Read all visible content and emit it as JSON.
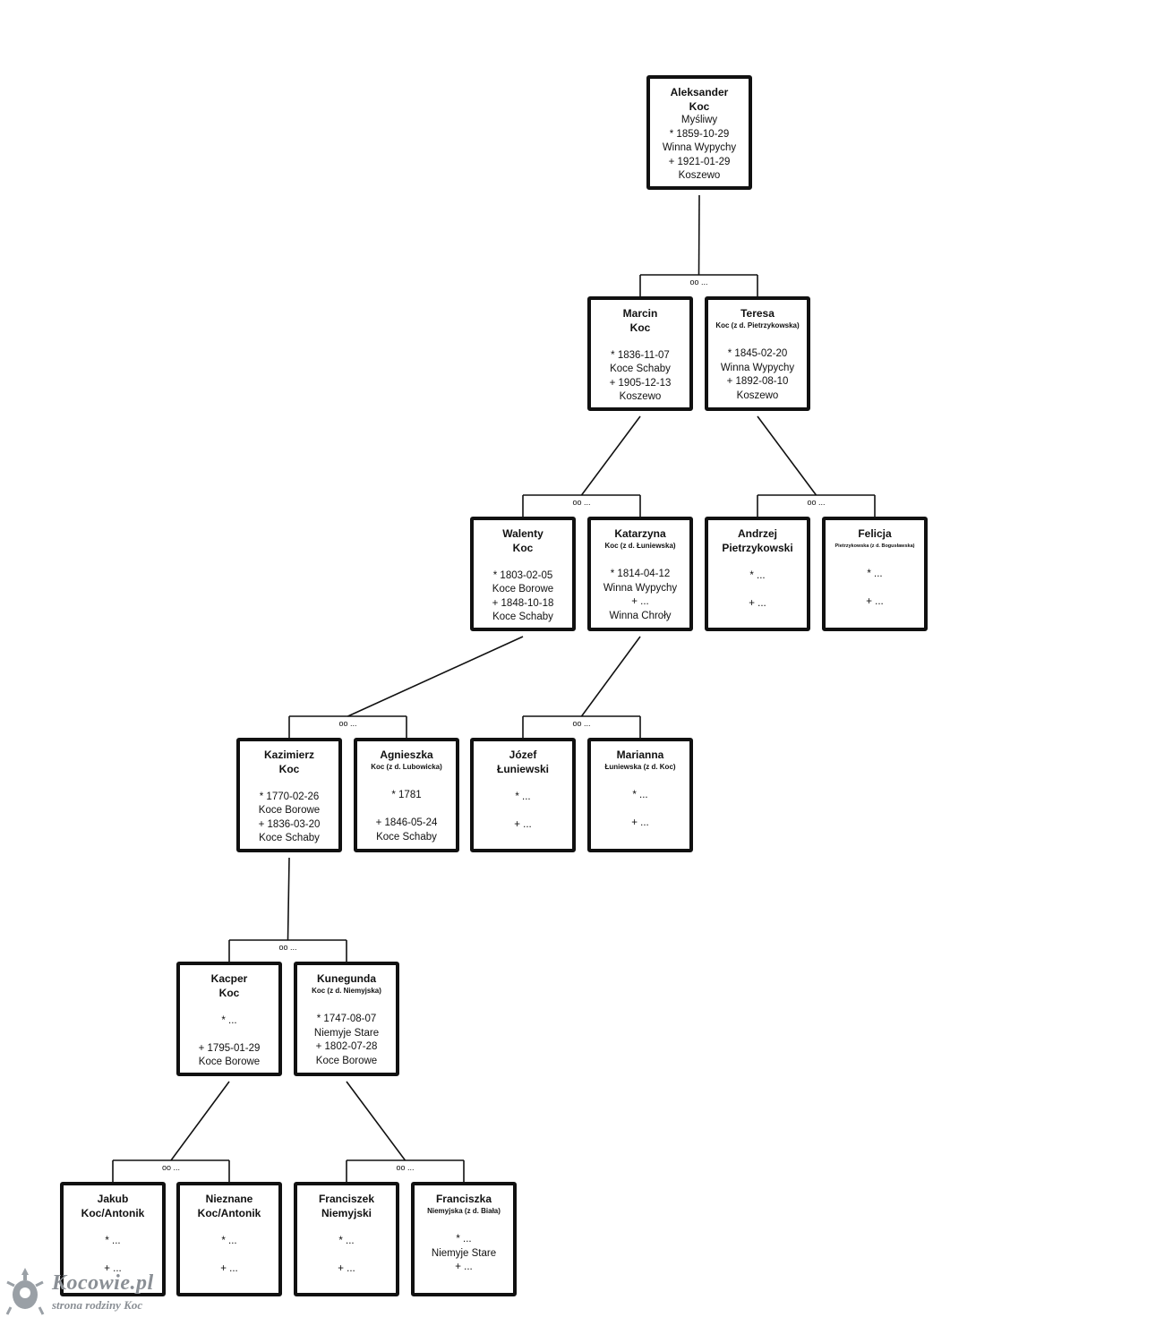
{
  "people": {
    "aleksander": {
      "name1": "Aleksander",
      "name2": "Koc",
      "occupation": "Myśliwy",
      "birth": "* 1859-10-29",
      "birth_place": "Winna Wypychy",
      "death": "+ 1921-01-29",
      "death_place": "Koszewo"
    },
    "marcin": {
      "name1": "Marcin",
      "name2": "Koc",
      "birth": "* 1836-11-07",
      "birth_place": "Koce Schaby",
      "death": "+ 1905-12-13",
      "death_place": "Koszewo"
    },
    "teresa": {
      "name1": "Teresa",
      "sub": "Koc (z d. Pietrzykowska)",
      "birth": "* 1845-02-20",
      "birth_place": "Winna Wypychy",
      "death": "+ 1892-08-10",
      "death_place": "Koszewo"
    },
    "walenty": {
      "name1": "Walenty",
      "name2": "Koc",
      "birth": "* 1803-02-05",
      "birth_place": "Koce Borowe",
      "death": "+ 1848-10-18",
      "death_place": "Koce Schaby"
    },
    "katarzyna": {
      "name1": "Katarzyna",
      "sub": "Koc (z d. Łuniewska)",
      "birth": "* 1814-04-12",
      "birth_place": "Winna Wypychy",
      "death": "+ ...",
      "death_place": "Winna Chroły"
    },
    "andrzej": {
      "name1": "Andrzej",
      "name2": "Pietrzykowski",
      "birth": "* ...",
      "death": "+ ..."
    },
    "felicja": {
      "name1": "Felicja",
      "sub": "Pietrzykowska (z d. Bogusławska)",
      "birth": "* ...",
      "death": "+ ..."
    },
    "kazimierz": {
      "name1": "Kazimierz",
      "name2": "Koc",
      "birth": "* 1770-02-26",
      "birth_place": "Koce Borowe",
      "death": "+ 1836-03-20",
      "death_place": "Koce Schaby"
    },
    "agnieszka": {
      "name1": "Agnieszka",
      "sub": "Koc (z d. Lubowicka)",
      "birth": "* 1781",
      "death": "+ 1846-05-24",
      "death_place": "Koce Schaby"
    },
    "jozef": {
      "name1": "Józef",
      "name2": "Łuniewski",
      "birth": "* ...",
      "death": "+ ..."
    },
    "marianna": {
      "name1": "Marianna",
      "sub": "Łuniewska (z d. Koc)",
      "birth": "* ...",
      "death": "+ ..."
    },
    "kacper": {
      "name1": "Kacper",
      "name2": "Koc",
      "birth": "* ...",
      "death": "+ 1795-01-29",
      "death_place": "Koce Borowe"
    },
    "kunegunda": {
      "name1": "Kunegunda",
      "sub": "Koc (z d. Niemyjska)",
      "birth": "* 1747-08-07",
      "birth_place": "Niemyje Stare",
      "death": "+ 1802-07-28",
      "death_place": "Koce Borowe"
    },
    "jakub": {
      "name1": "Jakub",
      "name2": "Koc/Antonik",
      "birth": "* ...",
      "death": "+ ..."
    },
    "nieznane": {
      "name1": "Nieznane",
      "name2": "Koc/Antonik",
      "birth": "* ...",
      "death": "+ ..."
    },
    "franciszek": {
      "name1": "Franciszek",
      "name2": "Niemyjski",
      "birth": "* ...",
      "death": "+ ..."
    },
    "franciszka": {
      "name1": "Franciszka",
      "sub": "Niemyjska (z d. Biała)",
      "birth": "* ...",
      "birth_place": "Niemyje Stare",
      "death": "+ ..."
    }
  },
  "marriage_label": "oo ...",
  "logo": {
    "name": "Kocowie.pl",
    "tagline": "strona rodziny Koc"
  }
}
